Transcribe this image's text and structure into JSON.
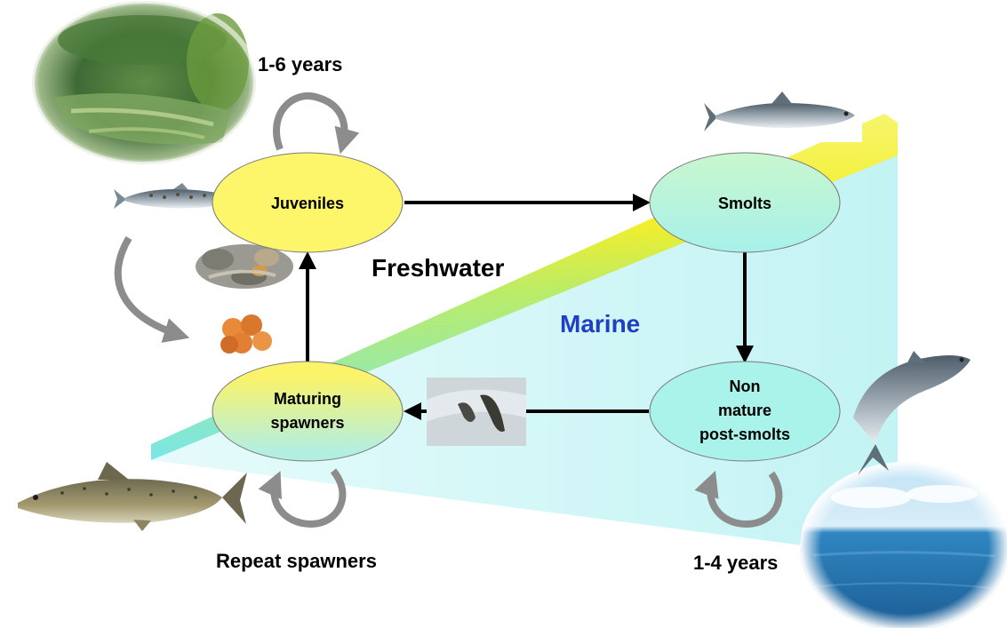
{
  "colors": {
    "freshwater_node": "#fdf56a",
    "marine_node": "#a9f3ea",
    "transition_node_top": "#fdf56a",
    "transition_node_bottom": "#b4f0e2",
    "marine_zone": "#c9f6f6",
    "arrow": "#000000",
    "cycle_arrow": "#8c8c8c",
    "marine_label": "#1f3fc4",
    "text": "#000000"
  },
  "nodes": {
    "juveniles": "Juveniles",
    "smolts": "Smolts",
    "post_smolts": [
      "Non",
      "mature",
      "post-smolts"
    ],
    "spawners": [
      "Maturing",
      "spawners"
    ]
  },
  "zones": {
    "freshwater": "Freshwater",
    "marine": "Marine"
  },
  "cycle_labels": {
    "juvenile_years": "1-6 years",
    "sea_years": "1-4 years",
    "repeat": "Repeat spawners"
  },
  "images": [
    "river-photo",
    "parr-fish-drawing",
    "redd-gravel-eggs-drawing",
    "salmon-eggs-drawing",
    "smolt-fish-drawing",
    "leaping-salmon-photo",
    "adult-salmon-drawing",
    "jumping-salmon-drawing",
    "ocean-photo"
  ]
}
